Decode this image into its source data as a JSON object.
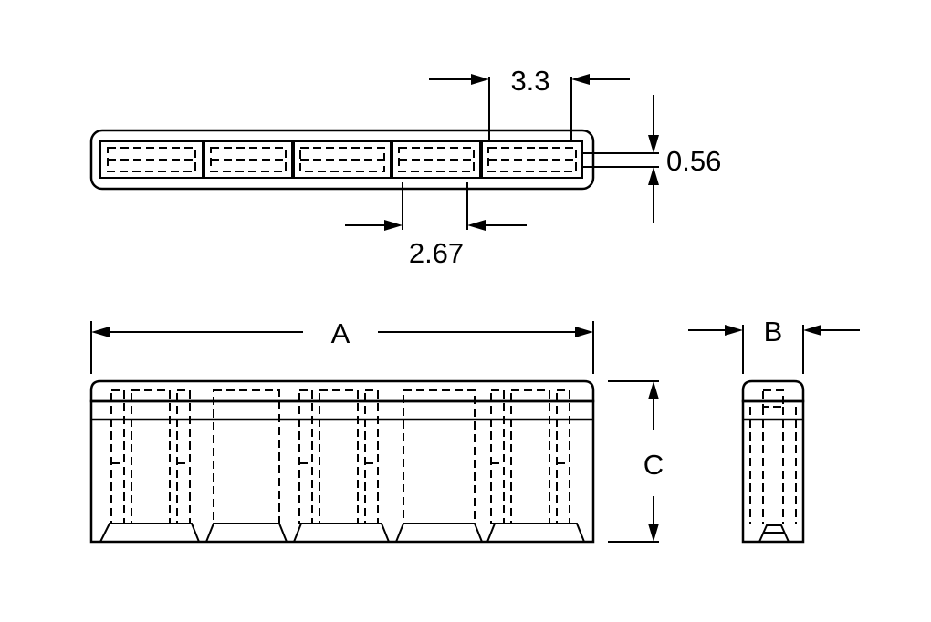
{
  "dimensions": {
    "pitch": "3.3",
    "thickness": "0.56",
    "gap": "2.67",
    "length": "A",
    "width": "B",
    "height": "C"
  },
  "colors": {
    "line": "#000000",
    "background": "#ffffff"
  }
}
